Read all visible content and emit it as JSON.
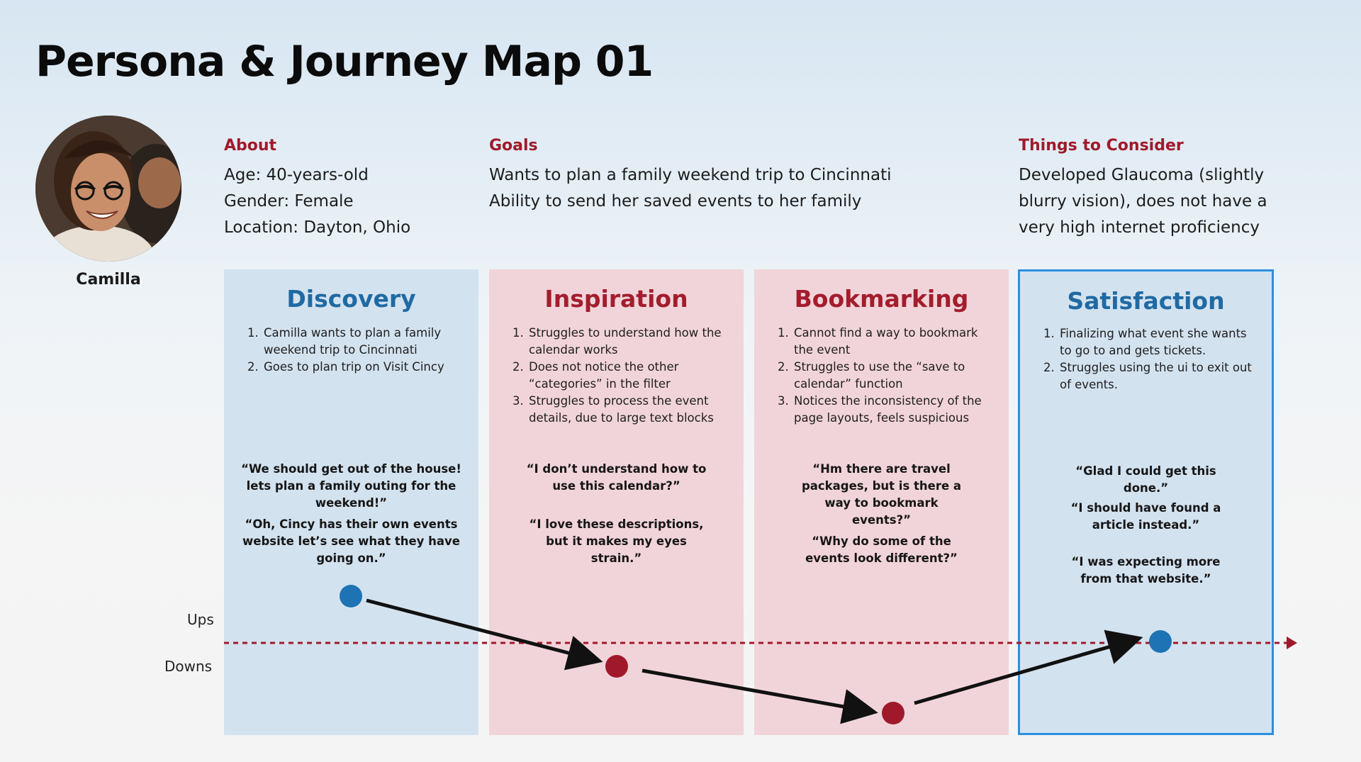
{
  "title": "Persona & Journey Map 01",
  "persona": {
    "name": "Camilla",
    "about": {
      "heading": "About",
      "lines": [
        "Age: 40-years-old",
        "Gender: Female",
        "Location: Dayton, Ohio"
      ]
    },
    "goals": {
      "heading": "Goals",
      "lines": [
        "Wants to plan a family weekend trip to Cincinnati",
        "Ability to send her saved events to her family"
      ]
    },
    "consider": {
      "heading": "Things to Consider",
      "lines": [
        "Developed Glaucoma (slightly",
        "blurry vision), does not have a",
        "very high internet proficiency"
      ]
    }
  },
  "stages": [
    {
      "title": "Discovery",
      "items": [
        "Camilla wants to plan a family weekend trip to Cincinnati",
        "Goes to plan trip on Visit Cincy"
      ],
      "quotes": [
        "“We should get out of the house! lets plan a family outing for the weekend!”",
        "“Oh, Cincy has their own events website let’s see what they have going on.”"
      ],
      "mood": "up"
    },
    {
      "title": "Inspiration",
      "items": [
        "Struggles to understand how the calendar works",
        "Does not notice the other “categories” in the filter",
        "Struggles to process the event details, due to large text blocks"
      ],
      "quotes": [
        "“I don’t understand how to use this calendar?”",
        "“I love these descriptions, but it makes my eyes strain.”"
      ],
      "mood": "down"
    },
    {
      "title": "Bookmarking",
      "items": [
        "Cannot find a way to bookmark the event",
        "Struggles to use the “save to calendar” function",
        "Notices the inconsistency of the page layouts, feels suspicious"
      ],
      "quotes": [
        "“Hm there are travel packages, but is there a way to bookmark events?”",
        "“Why do some of the events look different?”"
      ],
      "mood": "down"
    },
    {
      "title": "Satisfaction",
      "items": [
        "Finalizing what event she wants to go to and gets tickets.",
        "Struggles using the ui to exit out of events."
      ],
      "quotes": [
        "“Glad I could get this done.”",
        "“I should have found a article instead.”",
        "“I was expecting more from that website.”"
      ],
      "mood": "up"
    }
  ],
  "axis": {
    "ups": "Ups",
    "downs": "Downs"
  },
  "colors": {
    "up_point": "#1e73b4",
    "down_point": "#a0192b",
    "baseline": "#a0192b",
    "stage_blue": "#d3e2ef",
    "stage_pink": "#f1d4d9",
    "highlight_border": "#2b8fe0"
  }
}
